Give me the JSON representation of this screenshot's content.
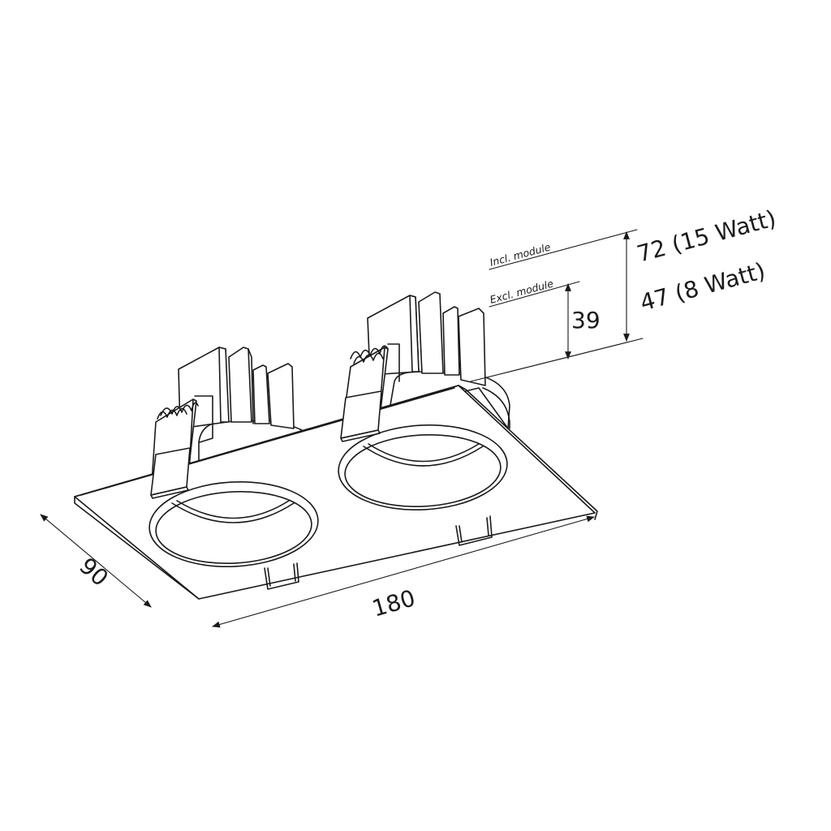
{
  "drawing": {
    "subject": "Double square recessed downlight, isometric line drawing",
    "line_color": "#1a1a1a",
    "background": "#ffffff",
    "modules": 2
  },
  "dimensions": {
    "width": "180",
    "depth": "90",
    "height_excl_module": "39",
    "height_incl_module_15w": "72 (15 Watt)",
    "height_incl_module_8w": "47 (8 Watt)"
  },
  "labels": {
    "incl_module": "Incl. module",
    "excl_module": "Excl. module"
  }
}
